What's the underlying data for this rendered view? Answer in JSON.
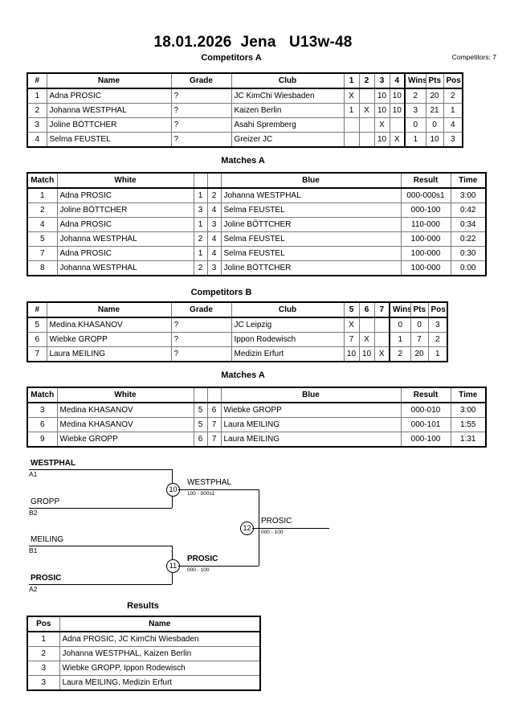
{
  "header": {
    "title": "18.01.2026  Jena   U13w-48",
    "competitors_count": "Competitors: 7"
  },
  "sections": {
    "competitors_a": "Competitors A",
    "matches_a1": "Matches A",
    "competitors_b": "Competitors B",
    "matches_a2": "Matches A",
    "results": "Results"
  },
  "competitors_a": {
    "headers": {
      "num": "#",
      "name": "Name",
      "grade": "Grade",
      "club": "Club",
      "r1": "1",
      "r2": "2",
      "r3": "3",
      "r4": "4",
      "wins": "Wins",
      "pts": "Pts",
      "pos": "Pos"
    },
    "rows": [
      {
        "num": "1",
        "name": "Adna PROSIC",
        "grade": "?",
        "club": "JC KimChi Wiesbaden",
        "r1": "X",
        "r2": "",
        "r3": "10",
        "r4": "10",
        "wins": "2",
        "pts": "20",
        "pos": "2"
      },
      {
        "num": "2",
        "name": "Johanna WESTPHAL",
        "grade": "?",
        "club": "Kaizen Berlin",
        "r1": "1",
        "r2": "X",
        "r3": "10",
        "r4": "10",
        "wins": "3",
        "pts": "21",
        "pos": "1"
      },
      {
        "num": "3",
        "name": "Joline BÖTTCHER",
        "grade": "?",
        "club": "Asahi Spremberg",
        "r1": "",
        "r2": "",
        "r3": "X",
        "r4": "",
        "wins": "0",
        "pts": "0",
        "pos": "4"
      },
      {
        "num": "4",
        "name": "Selma FEUSTEL",
        "grade": "?",
        "club": "Greizer JC",
        "r1": "",
        "r2": "",
        "r3": "10",
        "r4": "X",
        "wins": "1",
        "pts": "10",
        "pos": "3"
      }
    ]
  },
  "matches_a1": {
    "headers": {
      "match": "Match",
      "white": "White",
      "wnum": "",
      "bnum": "",
      "blue": "Blue",
      "result": "Result",
      "time": "Time"
    },
    "rows": [
      {
        "match": "1",
        "white": "Adna PROSIC",
        "white_win": false,
        "wnum": "1",
        "bnum": "2",
        "blue": "Johanna WESTPHAL",
        "blue_win": true,
        "result": "000-000s1",
        "time": "3:00"
      },
      {
        "match": "2",
        "white": "Joline BÖTTCHER",
        "white_win": false,
        "wnum": "3",
        "bnum": "4",
        "blue": "Selma FEUSTEL",
        "blue_win": true,
        "result": "000-100",
        "time": "0:42"
      },
      {
        "match": "4",
        "white": "Adna PROSIC",
        "white_win": true,
        "wnum": "1",
        "bnum": "3",
        "blue": "Joline BÖTTCHER",
        "blue_win": false,
        "result": "110-000",
        "time": "0:34"
      },
      {
        "match": "5",
        "white": "Johanna WESTPHAL",
        "white_win": true,
        "wnum": "2",
        "bnum": "4",
        "blue": "Selma FEUSTEL",
        "blue_win": false,
        "result": "100-000",
        "time": "0:22"
      },
      {
        "match": "7",
        "white": "Adna PROSIC",
        "white_win": true,
        "wnum": "1",
        "bnum": "4",
        "blue": "Selma FEUSTEL",
        "blue_win": false,
        "result": "100-000",
        "time": "0:30"
      },
      {
        "match": "8",
        "white": "Johanna WESTPHAL",
        "white_win": true,
        "wnum": "2",
        "bnum": "3",
        "blue": "Joline BÖTTCHER",
        "blue_win": false,
        "result": "100-000",
        "time": "0:00"
      }
    ]
  },
  "competitors_b": {
    "headers": {
      "num": "#",
      "name": "Name",
      "grade": "Grade",
      "club": "Club",
      "r5": "5",
      "r6": "6",
      "r7": "7",
      "wins": "Wins",
      "pts": "Pts",
      "pos": "Pos"
    },
    "rows": [
      {
        "num": "5",
        "name": "Medina KHASANOV",
        "grade": "?",
        "club": "JC Leipzig",
        "r5": "X",
        "r6": "",
        "r7": "",
        "wins": "0",
        "pts": "0",
        "pos": "3"
      },
      {
        "num": "6",
        "name": "Wiebke GROPP",
        "grade": "?",
        "club": "Ippon Rodewisch",
        "r5": "7",
        "r6": "X",
        "r7": "",
        "wins": "1",
        "pts": "7",
        "pos": "2"
      },
      {
        "num": "7",
        "name": "Laura MEILING",
        "grade": "?",
        "club": "Medizin Erfurt",
        "r5": "10",
        "r6": "10",
        "r7": "X",
        "wins": "2",
        "pts": "20",
        "pos": "1"
      }
    ]
  },
  "matches_a2": {
    "headers": {
      "match": "Match",
      "white": "White",
      "wnum": "",
      "bnum": "",
      "blue": "Blue",
      "result": "Result",
      "time": "Time"
    },
    "rows": [
      {
        "match": "3",
        "white": "Medina KHASANOV",
        "white_win": false,
        "wnum": "5",
        "bnum": "6",
        "blue": "Wiebke GROPP",
        "blue_win": true,
        "result": "000-010",
        "time": "3:00"
      },
      {
        "match": "6",
        "white": "Medina KHASANOV",
        "white_win": false,
        "wnum": "5",
        "bnum": "7",
        "blue": "Laura MEILING",
        "blue_win": true,
        "result": "000-101",
        "time": "1:55"
      },
      {
        "match": "9",
        "white": "Wiebke GROPP",
        "white_win": false,
        "wnum": "6",
        "bnum": "7",
        "blue": "Laura MEILING",
        "blue_win": true,
        "result": "000-100",
        "time": "1:31"
      }
    ]
  },
  "bracket": {
    "entries": [
      {
        "name": "WESTPHAL",
        "seed": "A1",
        "winner": true
      },
      {
        "name": "GROPP",
        "seed": "B2",
        "winner": false
      },
      {
        "name": "MEILING",
        "seed": "B1",
        "winner": false
      },
      {
        "name": "PROSIC",
        "seed": "A2",
        "winner": true
      }
    ],
    "semifinals": [
      {
        "match": "10",
        "winner": "WESTPHAL",
        "score": "100 - 000s1"
      },
      {
        "match": "11",
        "winner": "PROSIC",
        "score": "000 - 100"
      }
    ],
    "final": {
      "match": "12",
      "winner": "PROSIC",
      "score": "000 - 100"
    }
  },
  "results": {
    "headers": {
      "pos": "Pos",
      "name": "Name"
    },
    "rows": [
      {
        "pos": "1",
        "name": "Adna PROSIC, JC KimChi Wiesbaden"
      },
      {
        "pos": "2",
        "name": "Johanna WESTPHAL, Kaizen Berlin"
      },
      {
        "pos": "3",
        "name": "Wiebke GROPP, Ippon Rodewisch"
      },
      {
        "pos": "3",
        "name": "Laura MEILING, Medizin Erfurt"
      }
    ]
  }
}
